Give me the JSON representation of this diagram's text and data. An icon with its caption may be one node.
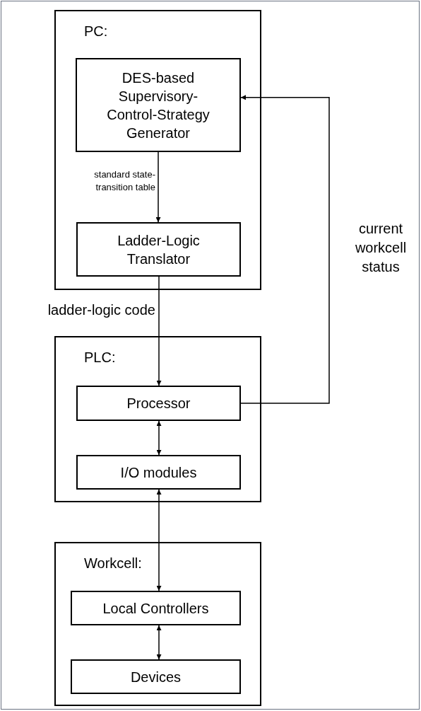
{
  "diagram": {
    "nodes": [
      {
        "text": [
          "PC:"
        ]
      },
      {
        "text": [
          "DES-based Supervisory-Control-Strategy Generator"
        ],
        "in": 0
      },
      {
        "text": [
          "Ladder-Logic Translator"
        ],
        "in": 0
      },
      {
        "text": [
          "PLC:"
        ]
      },
      {
        "text": [
          "Processor"
        ],
        "in": 3
      },
      {
        "text": [
          "I/O modules"
        ],
        "in": 3
      },
      {
        "text": [
          "Workcell:"
        ]
      },
      {
        "text": [
          "Local Controllers"
        ],
        "in": 6
      },
      {
        "text": [
          "Devices"
        ],
        "in": 6
      }
    ],
    "edges": [
      {
        "from": 1,
        "to": 2,
        "arrow": "to",
        "label": "standard state-transition table"
      },
      {
        "from": 2,
        "to": 4,
        "arrow": "to",
        "label": "ladder-logic code"
      },
      {
        "from": 4,
        "to": 1,
        "arrow": "to",
        "label": "current workcell status"
      },
      {
        "from": 4,
        "to": 5,
        "arrow": "both"
      },
      {
        "from": 5,
        "to": 7,
        "arrow": "both"
      },
      {
        "from": 7,
        "to": 8,
        "arrow": "both"
      }
    ]
  }
}
